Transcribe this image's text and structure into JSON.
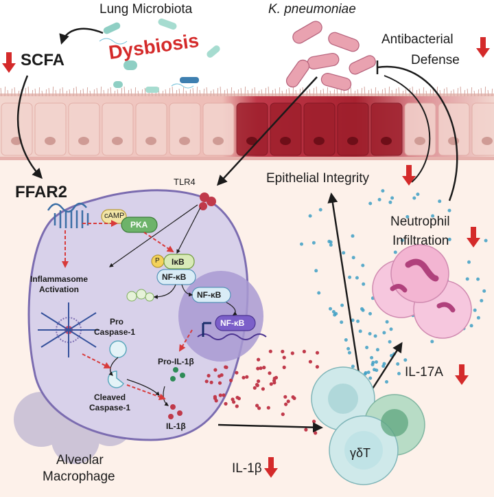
{
  "labels": {
    "lung_microbiota": "Lung Microbiota",
    "k_pneumoniae": "K. pneumoniae",
    "antibacterial": "Antibacterial",
    "defense": "Defense",
    "scfa": "SCFA",
    "dysbiosis": "Dysbiosis",
    "ffar2": "FFAR2",
    "tlr4": "TLR4",
    "camp": "cAMP",
    "pka": "PKA",
    "p": "P",
    "ikb": "IκB",
    "nfkb": "NF-κB",
    "inflammasome": "Inflammasome",
    "activation": "Activation",
    "pro": "Pro",
    "caspase1": "Caspase-1",
    "pro_il1b": "Pro-IL-1β",
    "cleaved": "Cleaved",
    "il1b": "IL-1β",
    "alveolar": "Alveolar",
    "macrophage": "Macrophage",
    "epithelial": "Epithelial Integrity",
    "neutrophil": "Neutrophil",
    "infiltration": "Infiltration",
    "il17a": "IL-17A",
    "gdt": "γδT"
  },
  "colors": {
    "down_arrow": "#d42a2a",
    "dashed_arrow": "#d83a3a",
    "macrophage_fill": "#d8d1ea",
    "nucleus_fill": "#a99ad2",
    "epithelium_healthy": "#f1cfc9",
    "epithelium_damaged": "#b72d3a"
  }
}
